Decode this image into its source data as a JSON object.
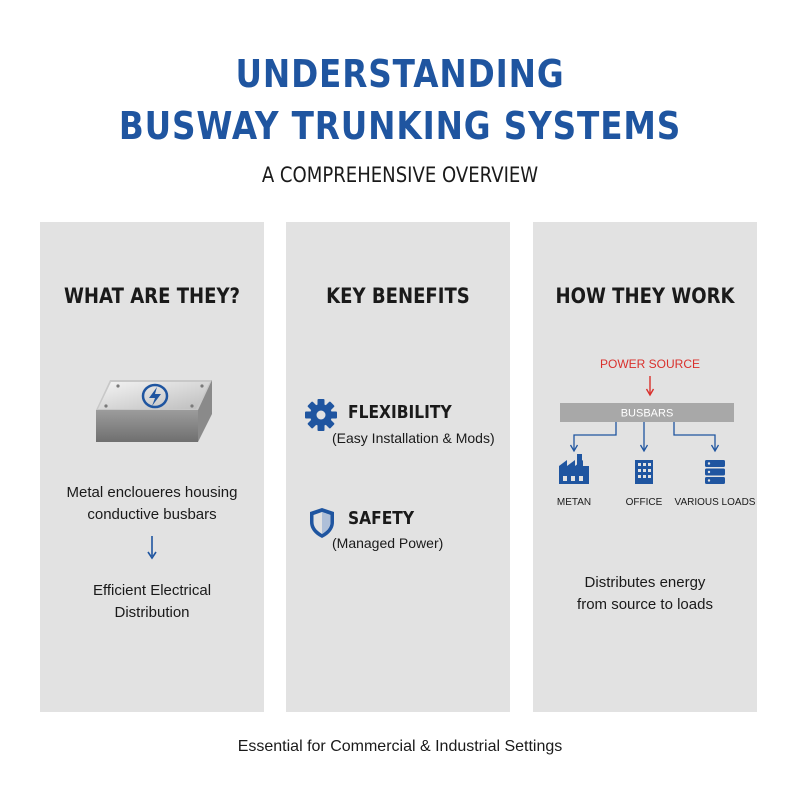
{
  "header": {
    "title_line1": "UNDERSTANDING",
    "title_line2": "BUSWAY TRUNKING SYSTEMS",
    "subtitle": "A COMPREHENSIVE OVERVIEW"
  },
  "panels": {
    "what": {
      "title": "WHAT ARE THEY?",
      "icon": "electrical-enclosure-icon",
      "desc_line1": "Metal encloueres housing",
      "desc_line2": "conductive busbars",
      "result_line1": "Efficient Electrical",
      "result_line2": "Distribution"
    },
    "benefits": {
      "title": "KEY BENEFITS",
      "items": [
        {
          "icon": "gear-icon",
          "title": "FLEXIBILITY",
          "desc": "(Easy Installation & Mods)"
        },
        {
          "icon": "shield-icon",
          "title": "SAFETY",
          "desc": "(Managed Power)"
        }
      ]
    },
    "how": {
      "title": "HOW THEY WORK",
      "source_label": "POWER SOURCE",
      "busbars_label": "BUSBARS",
      "loads": [
        {
          "icon": "factory-icon",
          "label": "METAN"
        },
        {
          "icon": "office-building-icon",
          "label": "OFFICE"
        },
        {
          "icon": "server-rack-icon",
          "label": "VARIOUS LOADS"
        }
      ],
      "caption_line1": "Distributes energy",
      "caption_line2": "from source to loads"
    }
  },
  "footer": {
    "text": "Essential for Commercial & Industrial Settings"
  },
  "colors": {
    "brand_blue": "#1f55a0",
    "panel_bg": "#e2e2e2",
    "accent_red": "#d9302c",
    "busbar_gray": "#a8a8a8"
  }
}
